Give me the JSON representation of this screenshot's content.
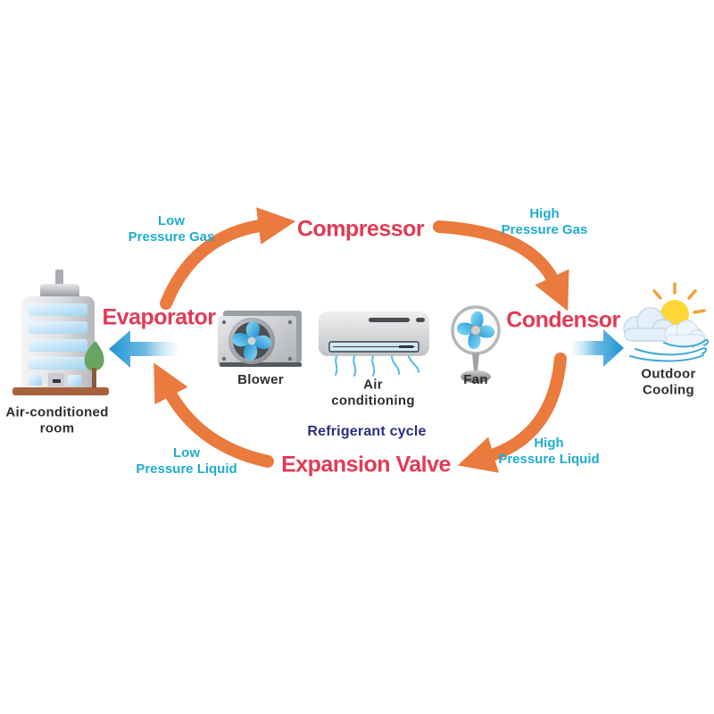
{
  "title": {
    "text": "Refrigerant cycle"
  },
  "nodes": {
    "compressor": "Compressor",
    "condensor": "Condensor",
    "evaporator": "Evaporator",
    "expansion_valve": "Expansion Valve"
  },
  "flow_labels": {
    "low_pressure_gas": {
      "line1": "Low",
      "line2": "Pressure Gas"
    },
    "high_pressure_gas": {
      "line1": "High",
      "line2": "Pressure Gas"
    },
    "high_pressure_liquid": {
      "line1": "High",
      "line2": "Pressure Liquid"
    },
    "low_pressure_liquid": {
      "line1": "Low",
      "line2": "Pressure Liquid"
    }
  },
  "equipment": {
    "air_conditioned_room": {
      "line1": "Air-conditioned",
      "line2": "room"
    },
    "blower": "Blower",
    "air_conditioning": {
      "line1": "Air",
      "line2": "conditioning"
    },
    "fan": "Fan",
    "outdoor_cooling": {
      "line1": "Outdoor",
      "line2": "Cooling"
    }
  },
  "flows": [
    {
      "from": "Evaporator",
      "to": "Compressor",
      "state": "Low Pressure Gas"
    },
    {
      "from": "Compressor",
      "to": "Condensor",
      "state": "High Pressure Gas"
    },
    {
      "from": "Condensor",
      "to": "Expansion Valve",
      "state": "High Pressure Liquid"
    },
    {
      "from": "Expansion Valve",
      "to": "Evaporator",
      "state": "Low Pressure Liquid"
    }
  ],
  "colors": {
    "cycle_arrow_orange": "#ea7a3e",
    "air_arrow_blue": "#1b93d4",
    "node_text": "#e23a55",
    "flow_text": "#1faccf",
    "title_text": "#2b2e83",
    "equipment_text": "#2e2e2e",
    "background": "#ffffff"
  }
}
